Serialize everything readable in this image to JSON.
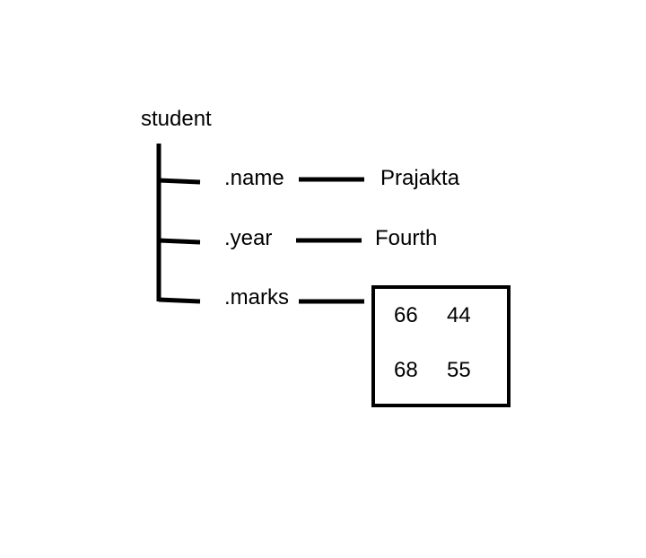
{
  "root": {
    "label": "student"
  },
  "fields": {
    "name": {
      "label": ".name",
      "value": "Prajakta"
    },
    "year": {
      "label": ".year",
      "value": "Fourth"
    },
    "marks": {
      "label": ".marks",
      "values": [
        [
          "66",
          "44"
        ],
        [
          "68",
          "55"
        ]
      ]
    }
  }
}
